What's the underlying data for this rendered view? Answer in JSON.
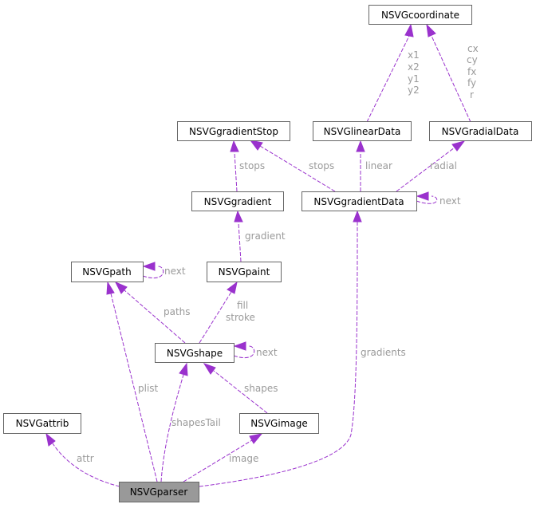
{
  "nodes": {
    "coordinate": "NSVGcoordinate",
    "gradientStop": "NSVGgradientStop",
    "linearData": "NSVGlinearData",
    "radialData": "NSVGradialData",
    "gradient": "NSVGgradient",
    "gradientData": "NSVGgradientData",
    "path": "NSVGpath",
    "paint": "NSVGpaint",
    "shape": "NSVGshape",
    "attrib": "NSVGattrib",
    "image": "NSVGimage",
    "parser": "NSVGparser"
  },
  "edge_labels": {
    "x1": "x1",
    "x2": "x2",
    "y1": "y1",
    "y2": "y2",
    "cx": "cx",
    "cy": "cy",
    "fx": "fx",
    "fy": "fy",
    "r": "r",
    "stops1": "stops",
    "stops2": "stops",
    "linear": "linear",
    "radial": "radial",
    "gdnext": "next",
    "gradient": "gradient",
    "pathnext": "next",
    "paths": "paths",
    "fill": "fill",
    "stroke": "stroke",
    "shapenext": "next",
    "gradients": "gradients",
    "plist": "plist",
    "shapes": "shapes",
    "shapesTail": "shapesTail",
    "attr": "attr",
    "image": "image"
  },
  "colors": {
    "edge": "#9a32cd",
    "label": "#9a9a9a",
    "node_border": "#666666",
    "focus_fill": "#999999"
  }
}
